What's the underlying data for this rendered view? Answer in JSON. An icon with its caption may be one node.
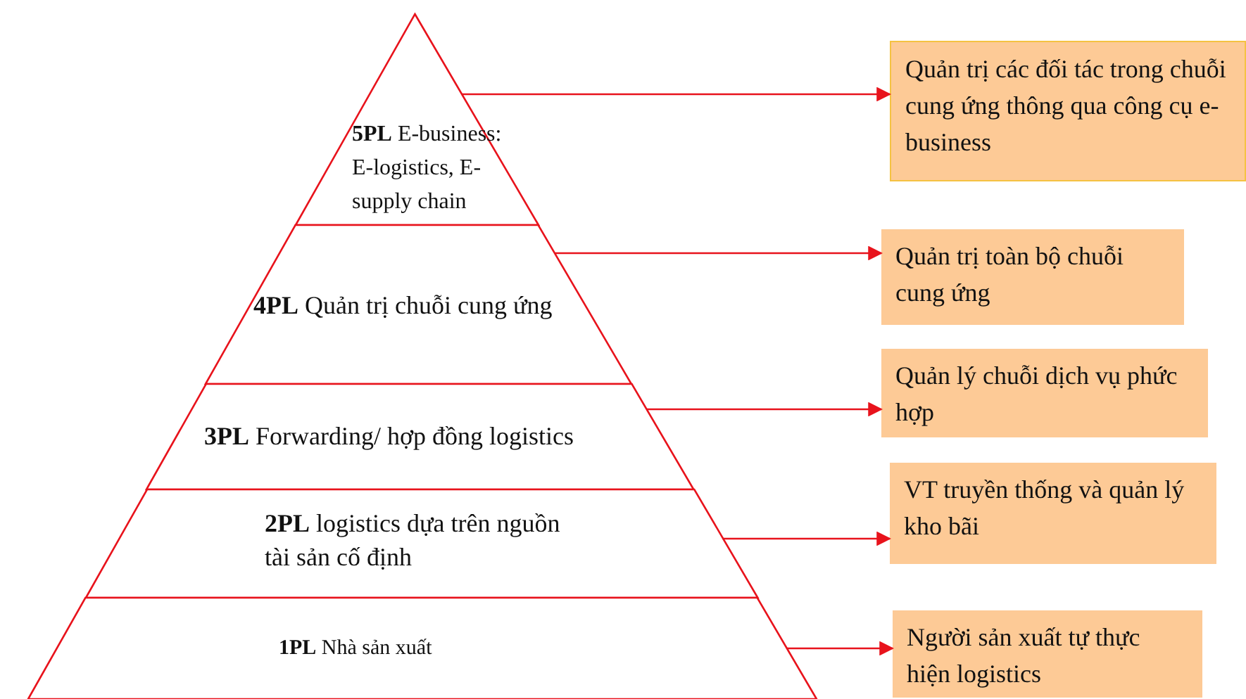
{
  "diagram": {
    "nodes": [
      {
        "text": [
          "**5PL** E-business: E-logistics, E-supply chain"
        ]
      },
      {
        "text": [
          "**4PL** Quản trị chuỗi cung ứng"
        ]
      },
      {
        "text": [
          "**3PL** Forwarding/ hợp đồng logistics"
        ]
      },
      {
        "text": [
          "**2PL** logistics dựa trên nguồn tài sản cố định"
        ]
      },
      {
        "text": [
          "**1PL** Nhà sản xuất"
        ]
      },
      {
        "text": [
          "Quản trị các đối tác trong chuỗi cung ứng thông qua công cụ e-business"
        ]
      },
      {
        "text": [
          "Quản trị toàn bộ chuỗi cung ứng"
        ]
      },
      {
        "text": [
          "Quản lý chuỗi dịch vụ phức hợp"
        ]
      },
      {
        "text": [
          "VT truyền thống và quản lý kho bãi"
        ]
      },
      {
        "text": [
          "Người sản xuất tự thực hiện logistics"
        ]
      }
    ],
    "edges": [
      {
        "from": 0,
        "to": 5,
        "arrow": "to"
      },
      {
        "from": 1,
        "to": 6,
        "arrow": "to"
      },
      {
        "from": 2,
        "to": 7,
        "arrow": "to"
      },
      {
        "from": 3,
        "to": 8,
        "arrow": "to"
      },
      {
        "from": 4,
        "to": 9,
        "arrow": "to"
      }
    ]
  }
}
